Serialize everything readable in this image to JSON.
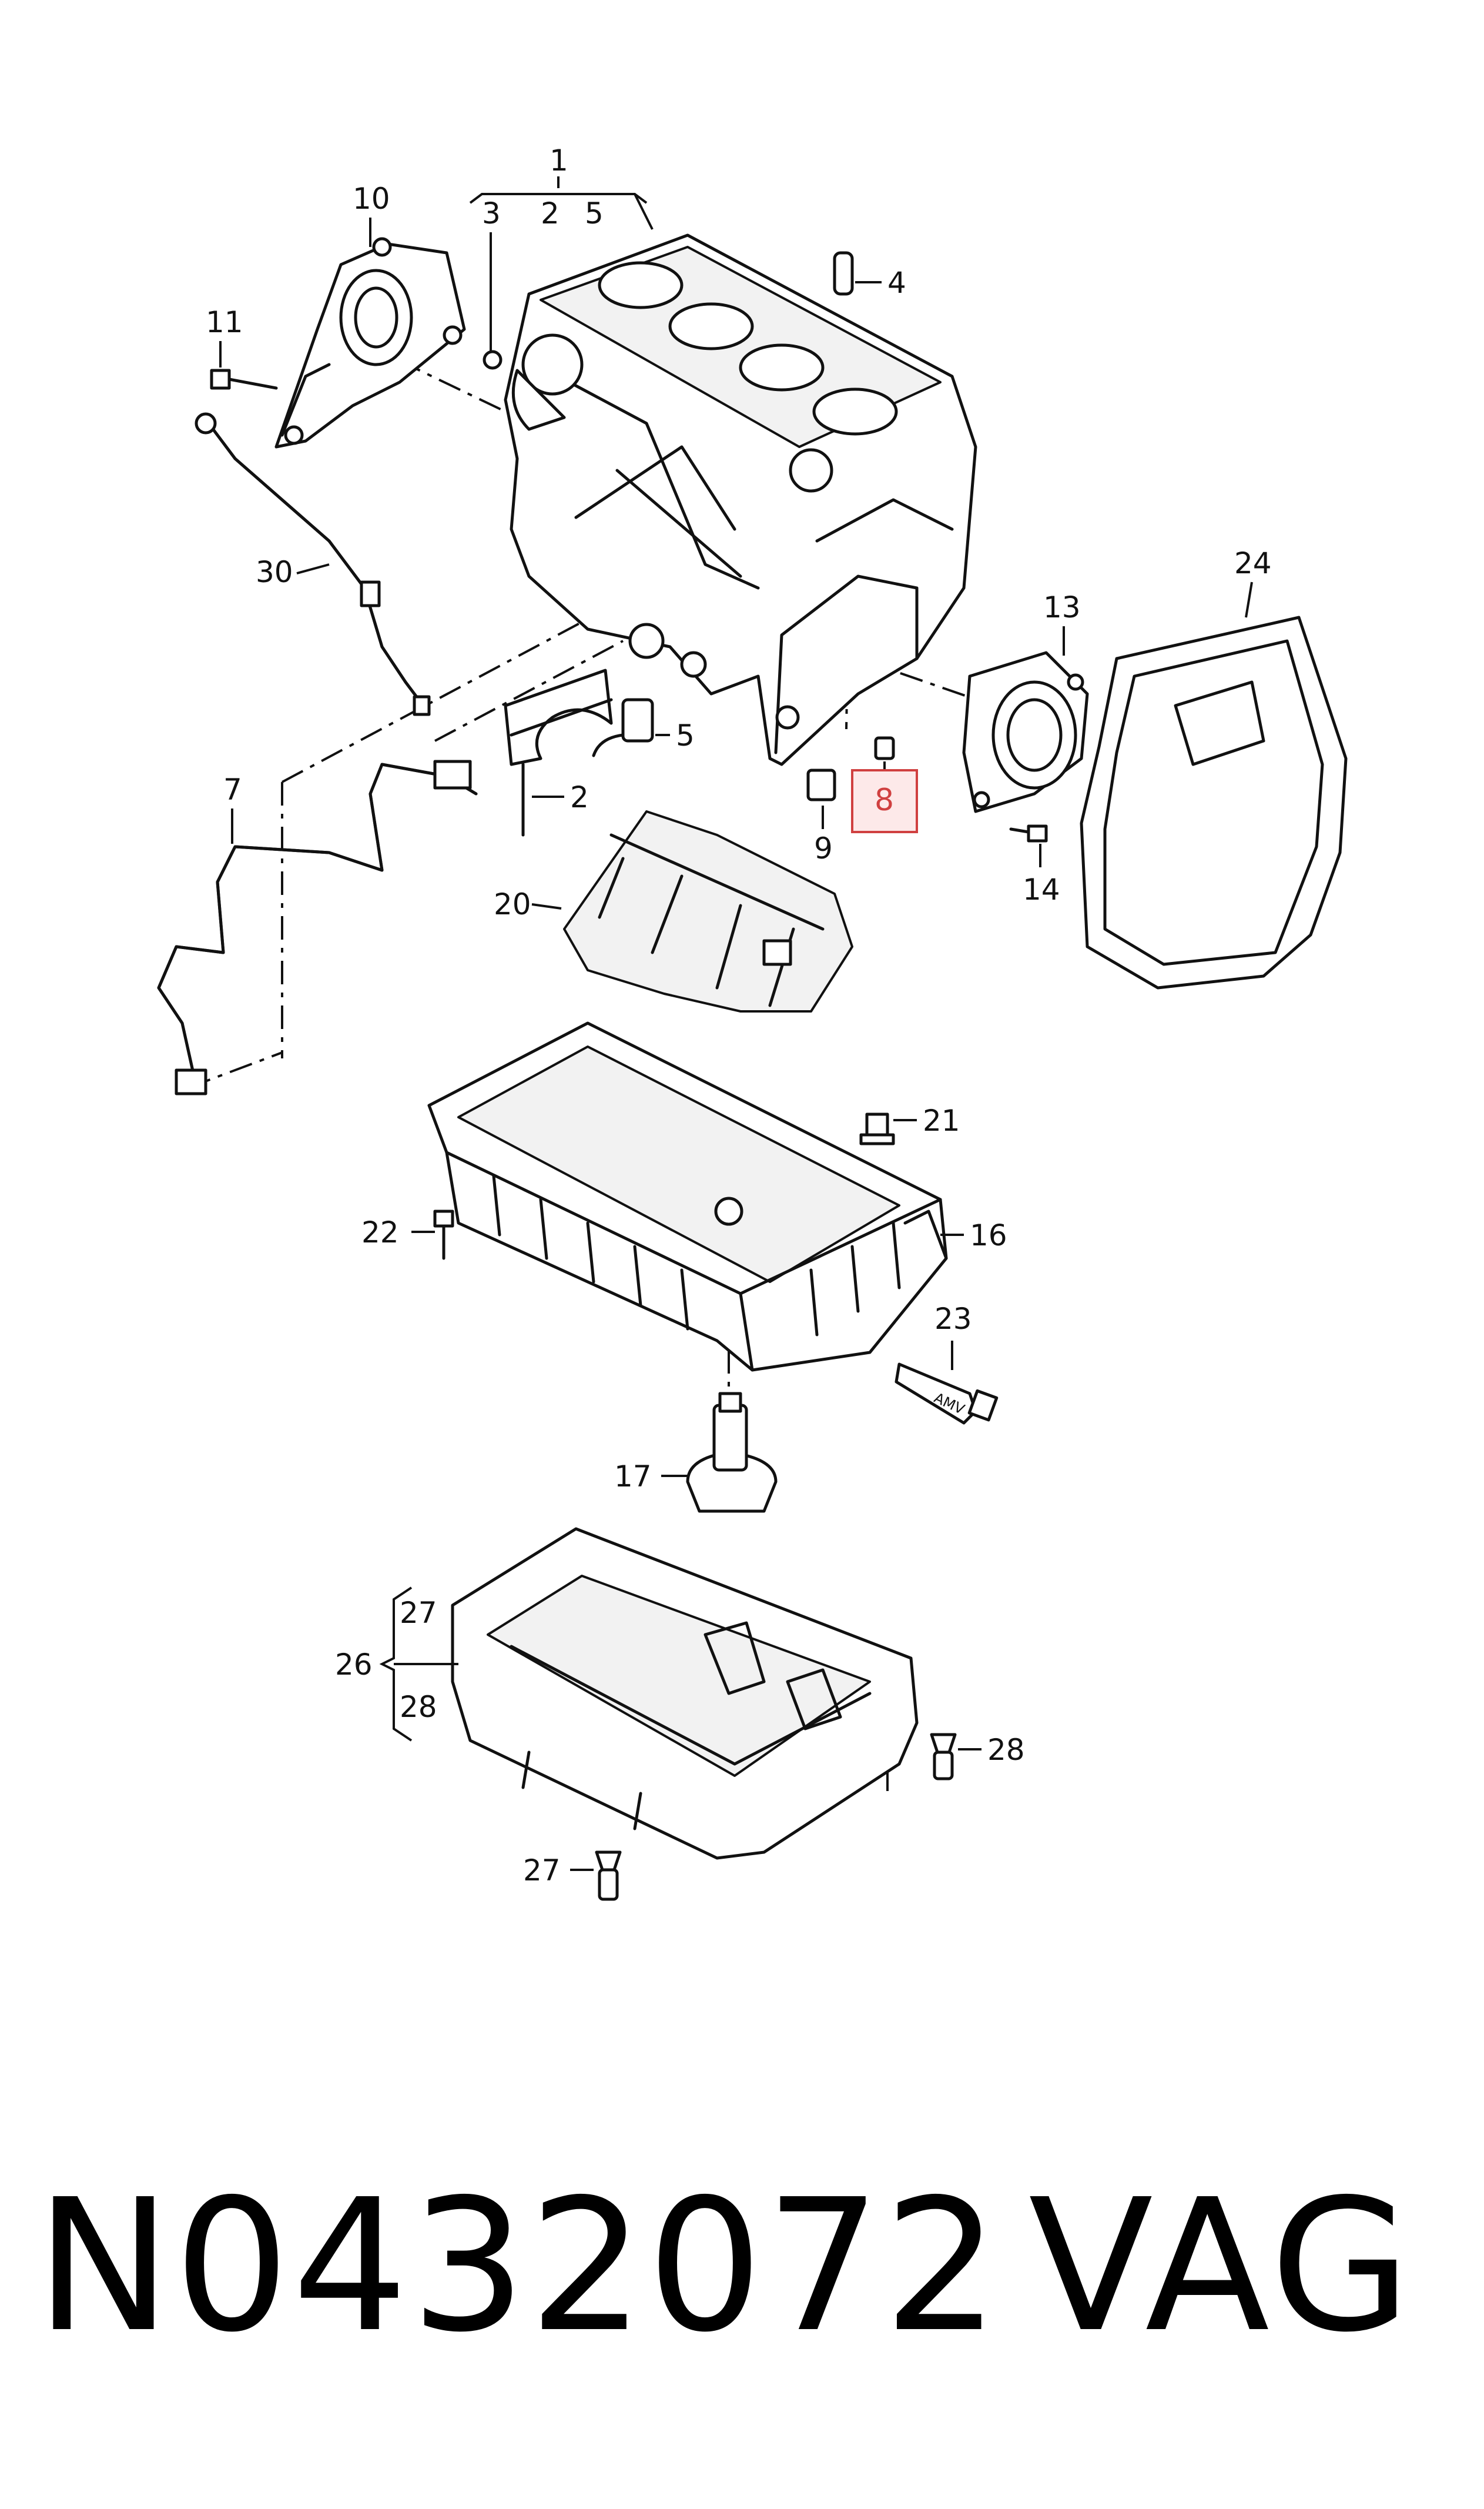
{
  "callouts": {
    "c1": "1",
    "c2a": "2",
    "c3": "3",
    "c5a": "5",
    "c2": "2",
    "c4": "4",
    "c5": "5",
    "c7": "7",
    "c8": "8",
    "c9": "9",
    "c10": "10",
    "c11": "11",
    "c13": "13",
    "c14": "14",
    "c16": "16",
    "c17": "17",
    "c20": "20",
    "c21": "21",
    "c22": "22",
    "c23": "23",
    "c24": "24",
    "c26": "26",
    "c27a": "27",
    "c28a": "28",
    "c27b": "27",
    "c28b": "28",
    "c30": "30"
  },
  "tube_label": "AMV",
  "highlight_color": "#d04040",
  "footer": {
    "part_number": "N0432072",
    "brand": "VAG"
  }
}
